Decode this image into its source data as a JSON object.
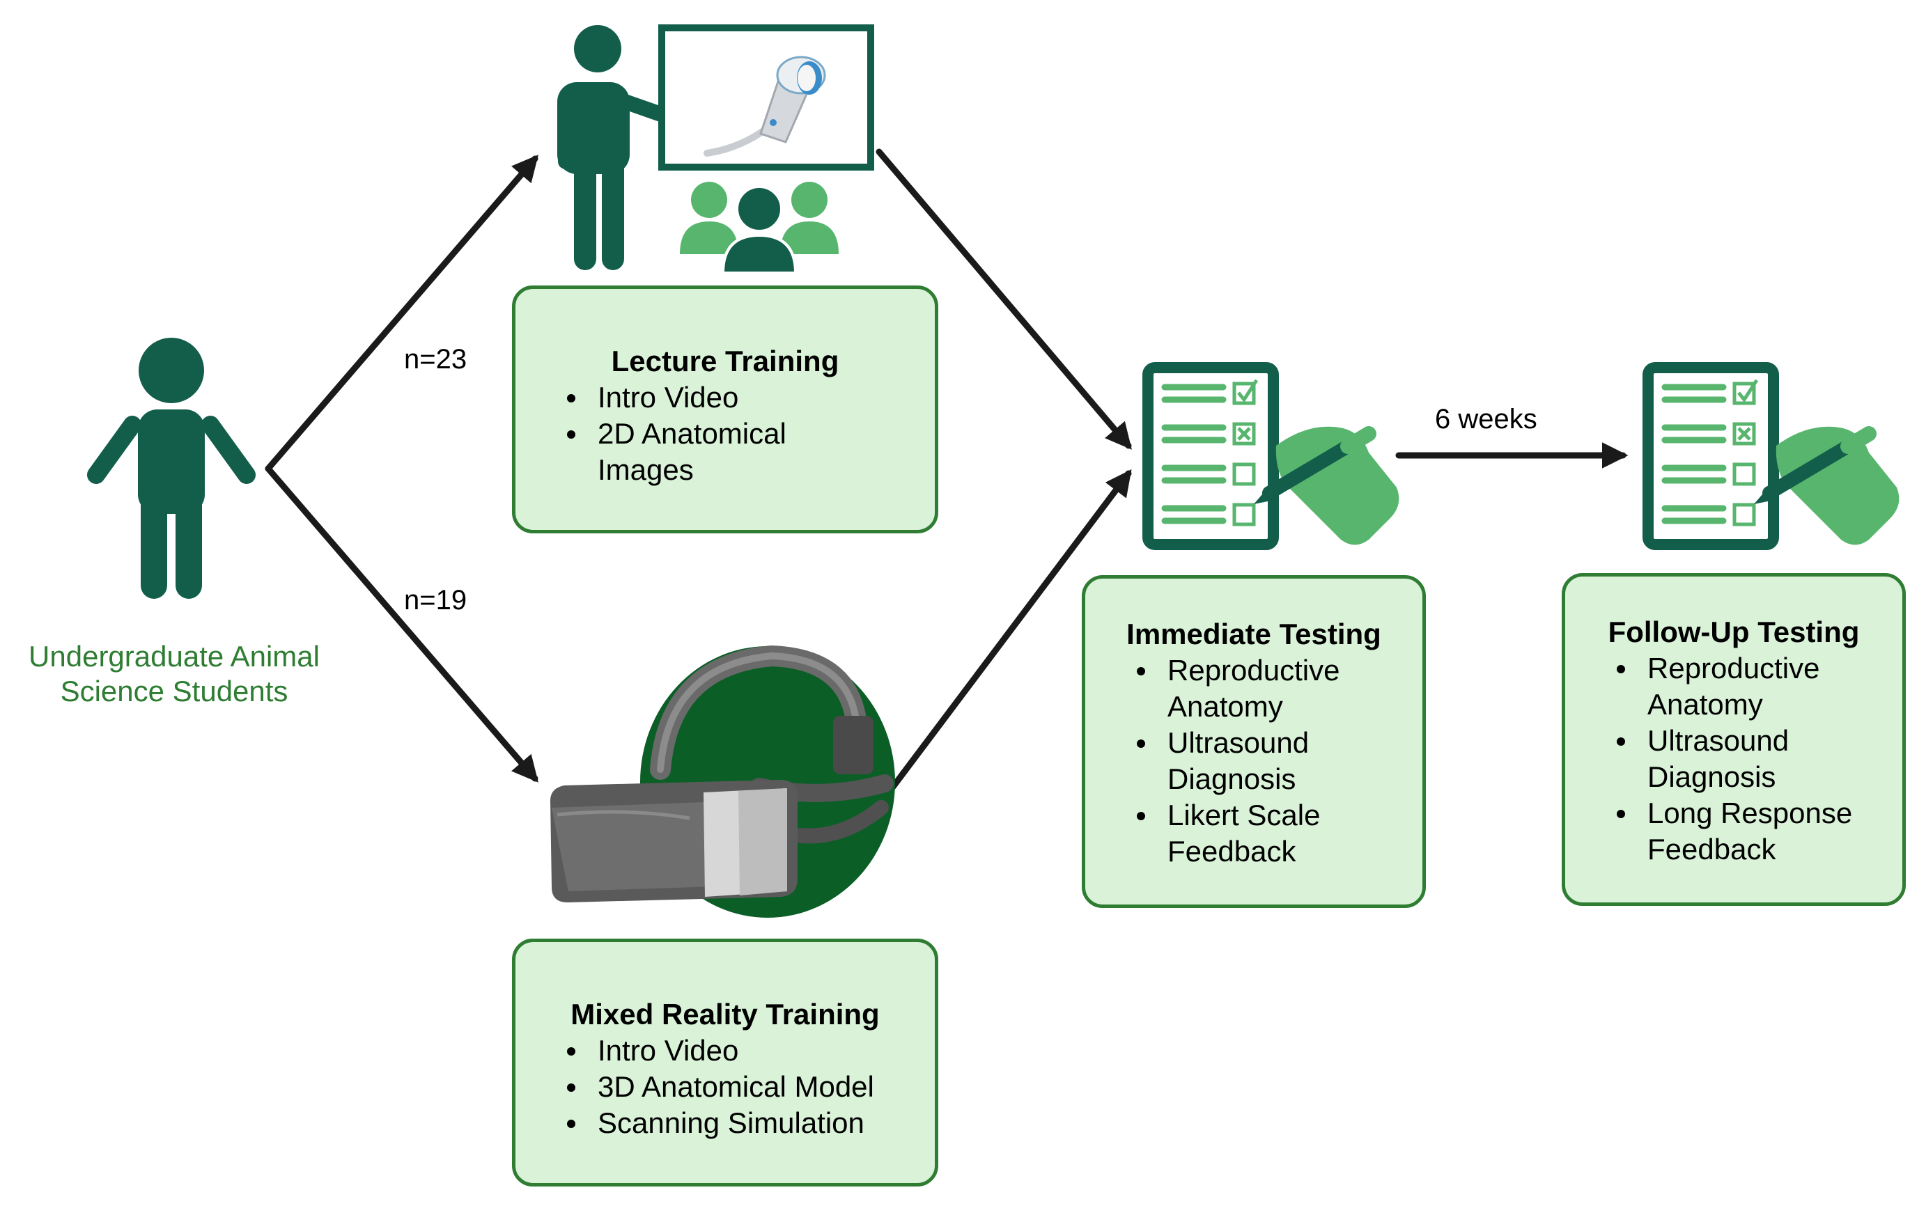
{
  "colors": {
    "dark_green": "#135e4b",
    "medium_green": "#57b56e",
    "box_fill": "#d9f2d8",
    "box_border": "#2e7d32",
    "arrow": "#1a1a1a",
    "headset_bg": "#0b5e26",
    "student_label": "#2e7d32"
  },
  "students": {
    "label_line1": "Undergraduate Animal",
    "label_line2": "Science Students",
    "icon": "person-icon"
  },
  "branches": {
    "upper_n": "n=23",
    "lower_n": "n=19"
  },
  "lecture": {
    "title": "Lecture Training",
    "items": [
      "Intro Video",
      "2D Anatomical",
      "Images"
    ],
    "icons": [
      "teacher-icon",
      "whiteboard-icon",
      "ultrasound-probe-icon",
      "audience-icon"
    ]
  },
  "mixed_reality": {
    "title": "Mixed Reality Training",
    "items": [
      "Intro Video",
      "3D Anatomical Model",
      "Scanning Simulation"
    ],
    "icon": "vr-headset-icon"
  },
  "immediate": {
    "title": "Immediate Testing",
    "items": [
      "Reproductive",
      "Anatomy",
      "Ultrasound",
      "Diagnosis",
      "Likert Scale",
      "Feedback"
    ],
    "icon": "checklist-icon"
  },
  "interval": {
    "label": "6 weeks"
  },
  "followup": {
    "title": "Follow-Up Testing",
    "items": [
      "Reproductive",
      "Anatomy",
      "Ultrasound",
      "Diagnosis",
      "Long Response",
      "Feedback"
    ],
    "icon": "checklist-icon"
  }
}
